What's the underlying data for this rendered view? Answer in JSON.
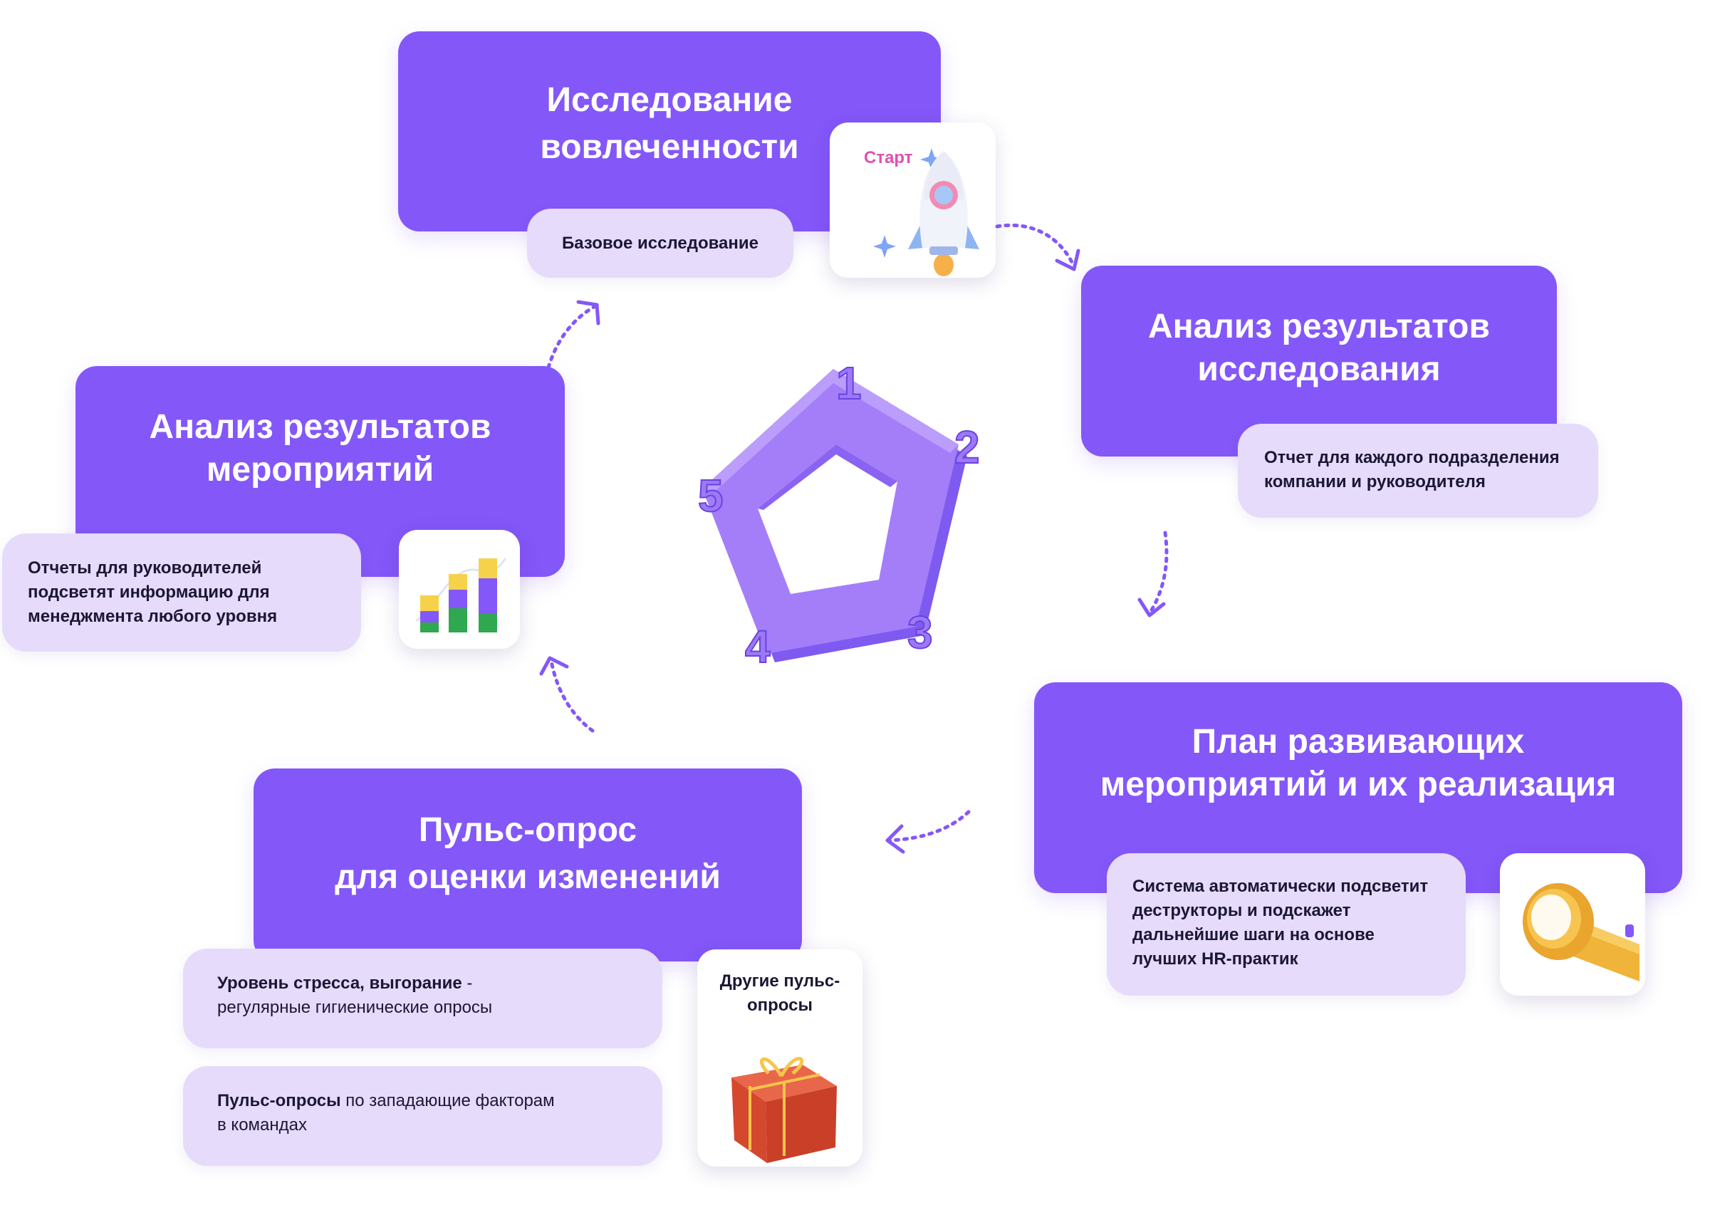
{
  "steps": {
    "engagement": {
      "title_line1": "Исследование",
      "title_line2": "вовлеченности",
      "detail": "Базовое исследование",
      "tile_label": "Старт",
      "tile_icon": "rocket-icon"
    },
    "results_analysis": {
      "title_line1": "Анализ результатов",
      "title_line2": "исследования",
      "detail_line1": "Отчет для каждого подразделения",
      "detail_line2": "компании и руководителя"
    },
    "action_plan": {
      "title_line1": "План развивающих",
      "title_line2": "мероприятий и их реализация",
      "detail_line1": "Система автоматически подсветит",
      "detail_line2": "деструкторы  и подскажет",
      "detail_line3": "дальнейшие шаги на основе",
      "detail_line4": "лучших HR-практик",
      "tile_icon": "flashlight-icon"
    },
    "pulse_survey": {
      "title_line1": "Пульс-опрос",
      "title_line2": "для оценки изменений",
      "detail1_bold": "Уровень стресса, выгорание",
      "detail1_rest": " -",
      "detail1_line2": "регулярные гигиенические опросы",
      "detail2_bold": "Пульс-опросы",
      "detail2_rest": " по западающие факторам",
      "detail2_line2": "в командах",
      "tile_label_line1": "Другие пульс-",
      "tile_label_line2": "опросы",
      "tile_icon": "gift-box-icon"
    },
    "activities_analysis": {
      "title_line1": "Анализ результатов",
      "title_line2": "мероприятий",
      "detail_line1": "Отчеты для руководителей",
      "detail_line2": "подсветят информацию для",
      "detail_line3": "менеджмента любого уровня",
      "tile_icon": "bar-chart-icon"
    }
  },
  "cycle": {
    "icon": "pentagon-cycle-icon",
    "numbers": [
      "1",
      "2",
      "3",
      "4",
      "5"
    ]
  },
  "colors": {
    "card": "#8457f9",
    "pill": "#e6dbfb",
    "arrow": "#8457f9",
    "start_label": "#e24fb0"
  }
}
